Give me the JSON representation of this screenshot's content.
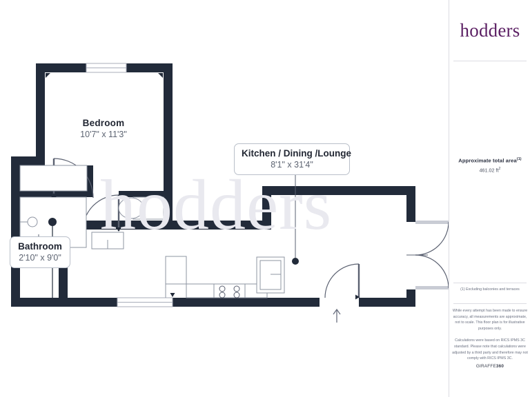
{
  "document": {
    "type": "floor-plan",
    "watermark_text": "hodders"
  },
  "sidebar": {
    "logo_text": "hodders",
    "logo_color": "#5b1f63",
    "area": {
      "title": "Approximate total area",
      "title_superscript": "(1)",
      "value": "461.02 ft",
      "value_superscript": "2"
    },
    "footnote": "(1) Excluding balconies and terraces",
    "disclaimer_paragraphs": [
      "While every attempt has been made to ensure accuracy, all measurements are approximate, not to scale. This floor plan is for illustrative purposes only.",
      "Calculations were based on RICS IPMS 3C standard. Please note that calculations were adjusted by a third party and therefore may not comply with RICS IPMS 3C."
    ],
    "brand_prefix": "GIRAFFE",
    "brand_suffix": "360"
  },
  "plan": {
    "wall_color": "#222b3a",
    "fixture_stroke": "#7a8090",
    "door_arc_color": "#5a6070",
    "rooms": [
      {
        "id": "bedroom",
        "name": "Bedroom",
        "dimensions": "10'7\" x 11'3\"",
        "label_style": "plain"
      },
      {
        "id": "kitchen-dining-lounge",
        "name": "Kitchen / Dining /Lounge",
        "dimensions": "8'1\" x 31'4\"",
        "label_style": "boxed"
      },
      {
        "id": "bathroom",
        "name": "Bathroom",
        "dimensions": "2'10\" x 9'0\"",
        "label_style": "boxed"
      }
    ],
    "fixtures": [
      "shower-tray",
      "toilet",
      "wash-basin",
      "cupboard",
      "kitchen-counter",
      "hob-4-burner",
      "tall-appliance"
    ],
    "openings": [
      "window-bedroom-north",
      "window-lounge-south",
      "door-bedroom",
      "door-bathroom",
      "door-entrance",
      "french-doors-east"
    ],
    "compass": "north-arrow"
  }
}
